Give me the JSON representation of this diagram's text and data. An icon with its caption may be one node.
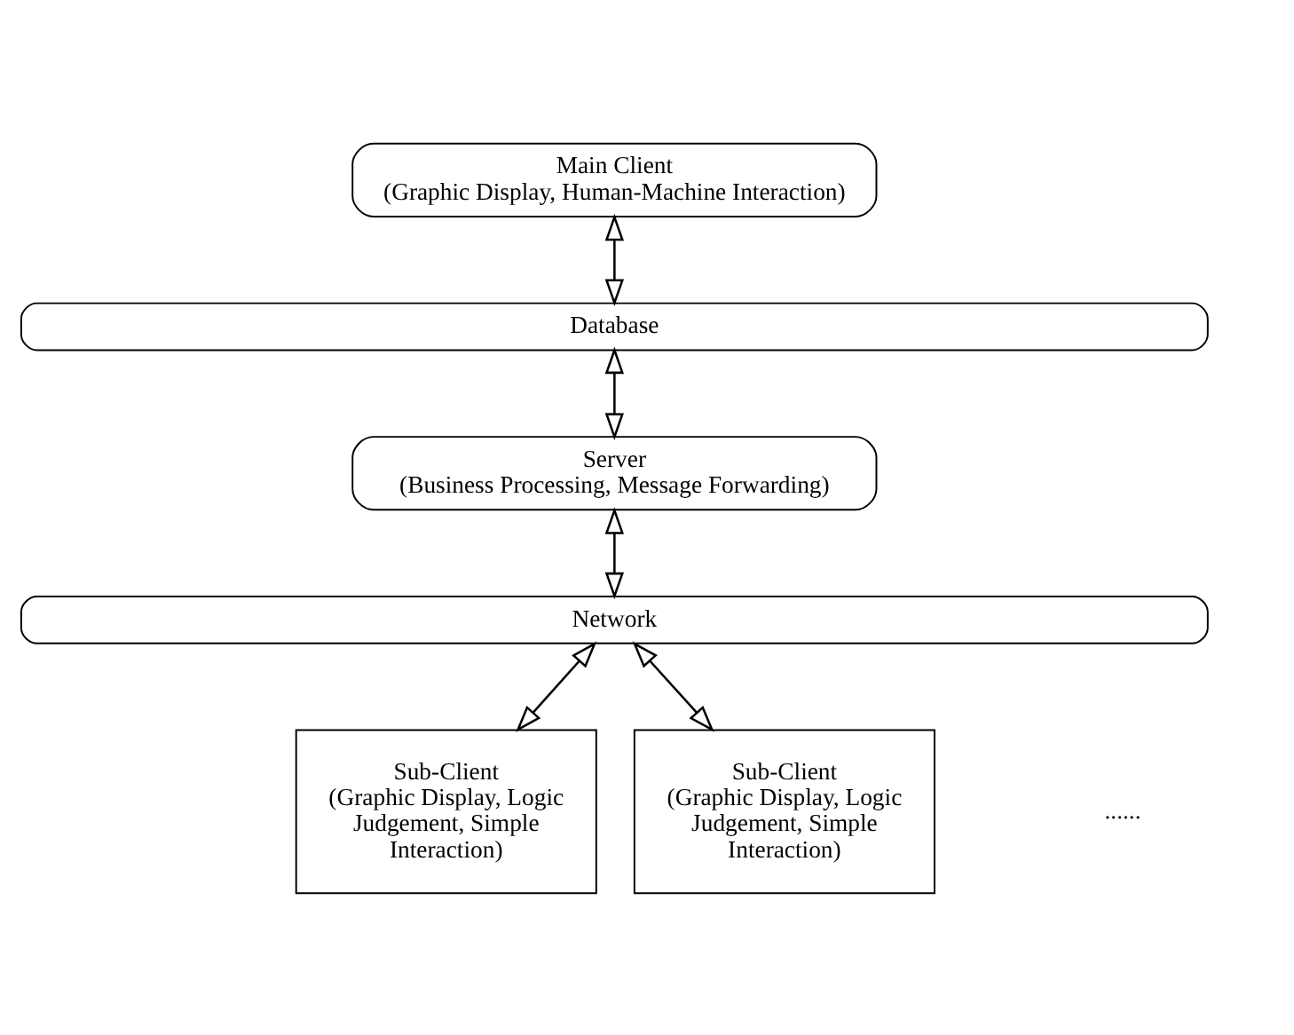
{
  "diagram": {
    "nodes": [
      {
        "text": [
          "Main Client",
          "(Graphic Display, Human-Machine Interaction)"
        ]
      },
      {
        "text": [
          "Database"
        ]
      },
      {
        "text": [
          "Server",
          "(Business Processing, Message Forwarding)"
        ]
      },
      {
        "text": [
          "Network"
        ]
      },
      {
        "text": [
          "Sub-Client",
          "(Graphic Display, Logic Judgement, Simple Interaction)"
        ]
      },
      {
        "text": [
          "Sub-Client",
          "(Graphic Display, Logic Judgement, Simple Interaction)"
        ]
      }
    ],
    "edges": [
      {
        "from": 0,
        "to": 1,
        "arrow": "both"
      },
      {
        "from": 1,
        "to": 2,
        "arrow": "both"
      },
      {
        "from": 2,
        "to": 3,
        "arrow": "both"
      },
      {
        "from": 3,
        "to": 4,
        "arrow": "both"
      },
      {
        "from": 3,
        "to": 5,
        "arrow": "both"
      }
    ],
    "labels": [
      "......"
    ]
  }
}
